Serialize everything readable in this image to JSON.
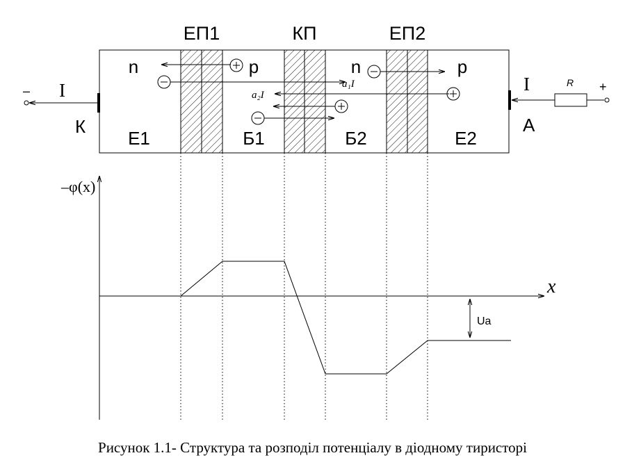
{
  "junctions": {
    "ep1": "ЕП1",
    "kp": "КП",
    "ep2": "ЕП2"
  },
  "regions": {
    "e1": "Е1",
    "b1": "Б1",
    "b2": "Б2",
    "e2": "Е2"
  },
  "carriers": {
    "n_left": "n",
    "p_left": "p",
    "n_right": "n",
    "p_right": "p"
  },
  "currents": {
    "i_left": "I",
    "i_right": "I",
    "a1i": "a₁I",
    "a2i": "a₂I"
  },
  "terminals": {
    "cathode": "К",
    "anode": "А",
    "minus": "–",
    "plus": "+"
  },
  "resistor_label": "R",
  "plot": {
    "ylabel": "–φ(x)",
    "xlabel": "x",
    "ua": "Ua"
  },
  "caption": "Рисунок 1.1- Структура та розподіл потенціалу в діодному тиристорі"
}
